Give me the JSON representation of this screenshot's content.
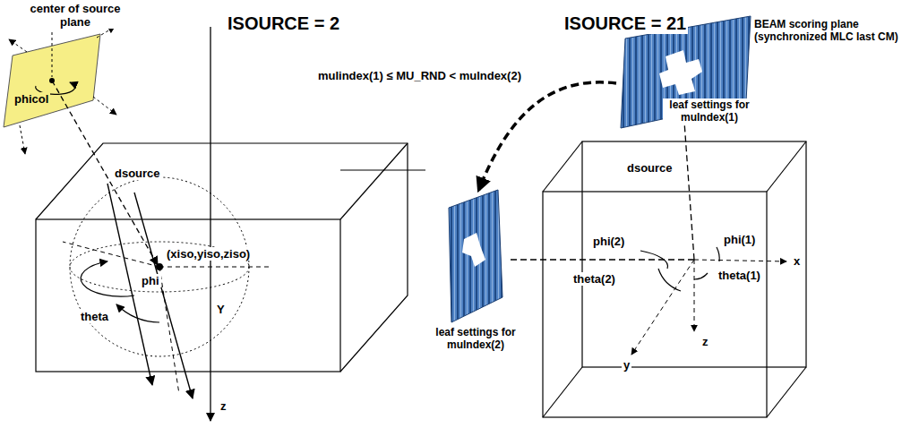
{
  "diagram": {
    "nodes": [
      {
        "text": [
          "BEAM scoring plane (synchronized MLC last CM)",
          "leaf settings for mulndex(1)"
        ]
      },
      {
        "text": [
          "leaf settings for mulndex(2)"
        ]
      }
    ],
    "edges": [
      {
        "from": 0,
        "to": 1,
        "arrow": "to",
        "label": "mulindex(1) ≤ MU_RND < mulndex(2)"
      }
    ],
    "labels": [
      "center of source plane",
      "phicol",
      "dsource",
      "(xiso,yiso,ziso)",
      "phi",
      "theta",
      "Y",
      "z",
      "ISOURCE = 2",
      "ISOURCE = 21",
      "dsource",
      "phi(2)",
      "phi(1)",
      "x",
      "theta(2)",
      "theta(1)",
      "y",
      "z"
    ]
  }
}
